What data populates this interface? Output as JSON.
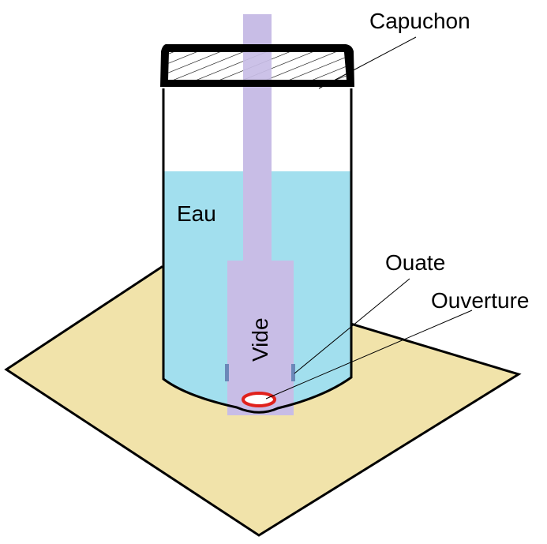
{
  "labels": {
    "cap": "Capuchon",
    "water": "Eau",
    "cotton": "Ouate",
    "opening": "Ouverture",
    "vacuum": "Vide"
  },
  "colors": {
    "base": "#f1e3aa",
    "water": "#a2dfee",
    "tube": "#c8bde6",
    "cotton": "#6b88b8",
    "opening_ring": "#e0211c",
    "outline": "#000000",
    "background": "#ffffff"
  }
}
